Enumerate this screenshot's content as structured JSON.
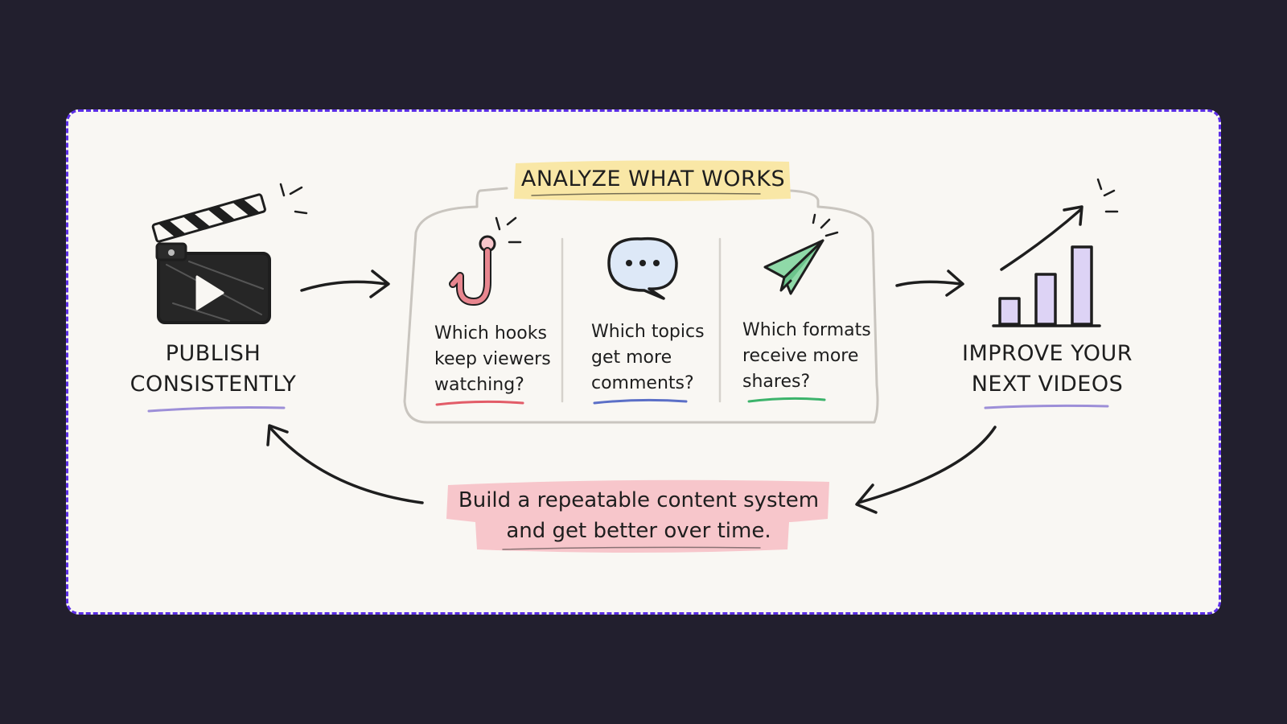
{
  "diagram": {
    "colors": {
      "frame_border": "#5b2ee6",
      "canvas": "#f9f7f3",
      "backdrop": "#221f2e",
      "ink": "#1e1e1e",
      "highlight_yellow": "#f9e7a6",
      "highlight_pink": "#f7c6cb",
      "hook_pink": "#e8868f",
      "bubble_blue": "#dde8f7",
      "plane_green": "#8fd9a8",
      "bars_purple": "#ddd3f5"
    },
    "stages": [
      {
        "id": "publish",
        "icon": "clapperboard-icon",
        "lines": [
          "PUBLISH",
          "CONSISTENTLY"
        ]
      },
      {
        "id": "improve",
        "icon": "growth-chart-icon",
        "lines": [
          "IMPROVE YOUR",
          "NEXT VIDEOS"
        ]
      }
    ],
    "analyze": {
      "title": "ANALYZE WHAT WORKS",
      "questions": [
        {
          "icon": "fishhook-icon",
          "lines": [
            "Which hooks",
            "keep viewers",
            "watching?"
          ],
          "underline": "#e25c68"
        },
        {
          "icon": "speech-bubble-icon",
          "lines": [
            "Which topics",
            "get more",
            "comments?"
          ],
          "underline": "#5b6fc7"
        },
        {
          "icon": "paper-plane-icon",
          "lines": [
            "Which formats",
            "receive more",
            "shares?"
          ],
          "underline": "#3cb36b"
        }
      ]
    },
    "footer": {
      "lines": [
        "Build a repeatable content system",
        "and get better over time."
      ]
    }
  }
}
